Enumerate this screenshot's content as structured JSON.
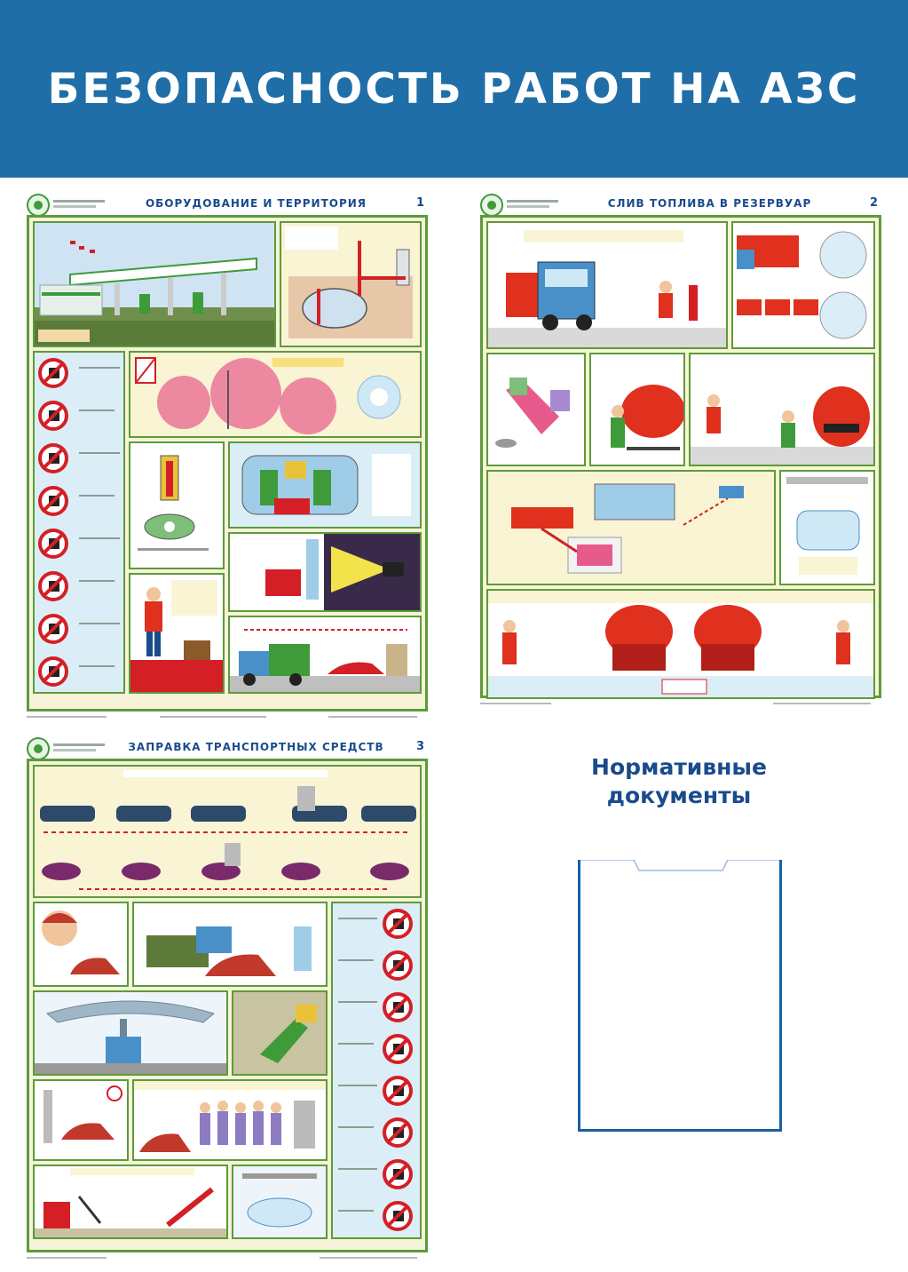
{
  "header": {
    "title": "БЕЗОПАСНОСТЬ РАБОТ НА АЗС",
    "background": "#1f6ea8"
  },
  "posters": [
    {
      "title": "ОБОРУДОВАНИЕ И ТЕРРИТОРИЯ",
      "number": "1"
    },
    {
      "title": "СЛИВ ТОПЛИВА В РЕЗЕРВУАР",
      "number": "2"
    },
    {
      "title": "ЗАПРАВКА ТРАНСПОРТНЫХ СРЕДСТВ",
      "number": "3"
    }
  ],
  "documents": {
    "title_line1": "Нормативные",
    "title_line2": "документы"
  },
  "colors": {
    "accent": "#1f6ea8",
    "title_blue": "#1a4b8c",
    "frame_green": "#5c9b3b",
    "sign_red": "#d41f26",
    "tanker_red": "#e0301e"
  }
}
